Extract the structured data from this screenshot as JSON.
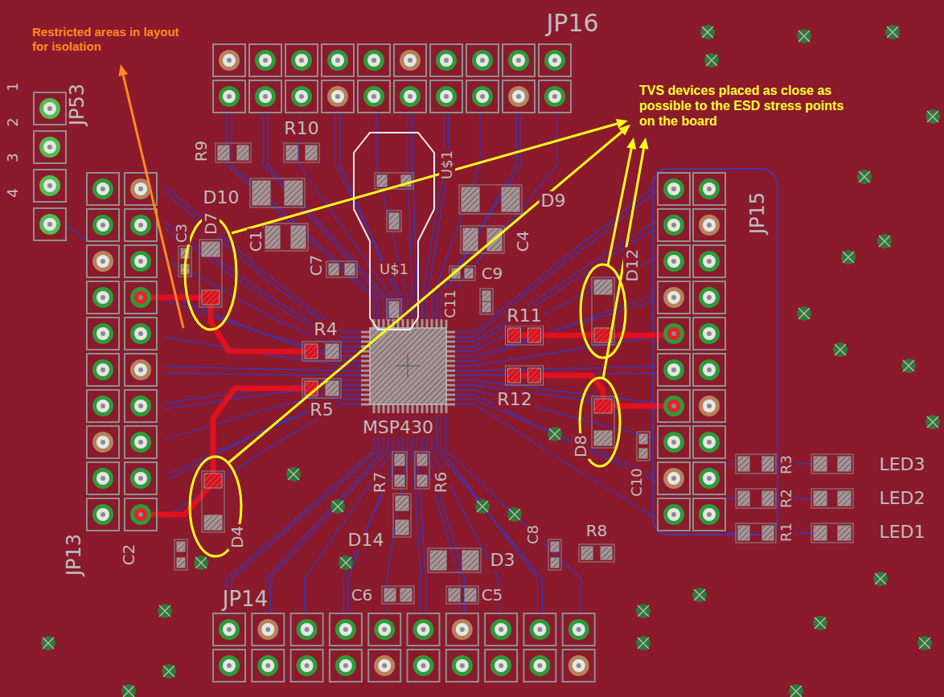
{
  "diagram": {
    "labels": [
      "Restricted areas in layout for isolation",
      "TVS devices placed as close as possible to the ESD stress points on the board",
      "JP16",
      "JP53",
      "1",
      "2",
      "3",
      "4",
      "R9",
      "R10",
      "U$1",
      "D10",
      "D7",
      "C3",
      "C1",
      "C7",
      "D9",
      "C4",
      "C9",
      "C11",
      "R11",
      "D12",
      "JP15",
      "R4",
      "R5",
      "U$1",
      "MSP430",
      "R12",
      "D8",
      "C10",
      "R3",
      "R2",
      "R1",
      "LED3",
      "LED2",
      "LED1",
      "R7",
      "R6",
      "D14",
      "C8",
      "R8",
      "D3",
      "C6",
      "C5",
      "JP14",
      "JP13",
      "C2",
      "D4"
    ]
  }
}
